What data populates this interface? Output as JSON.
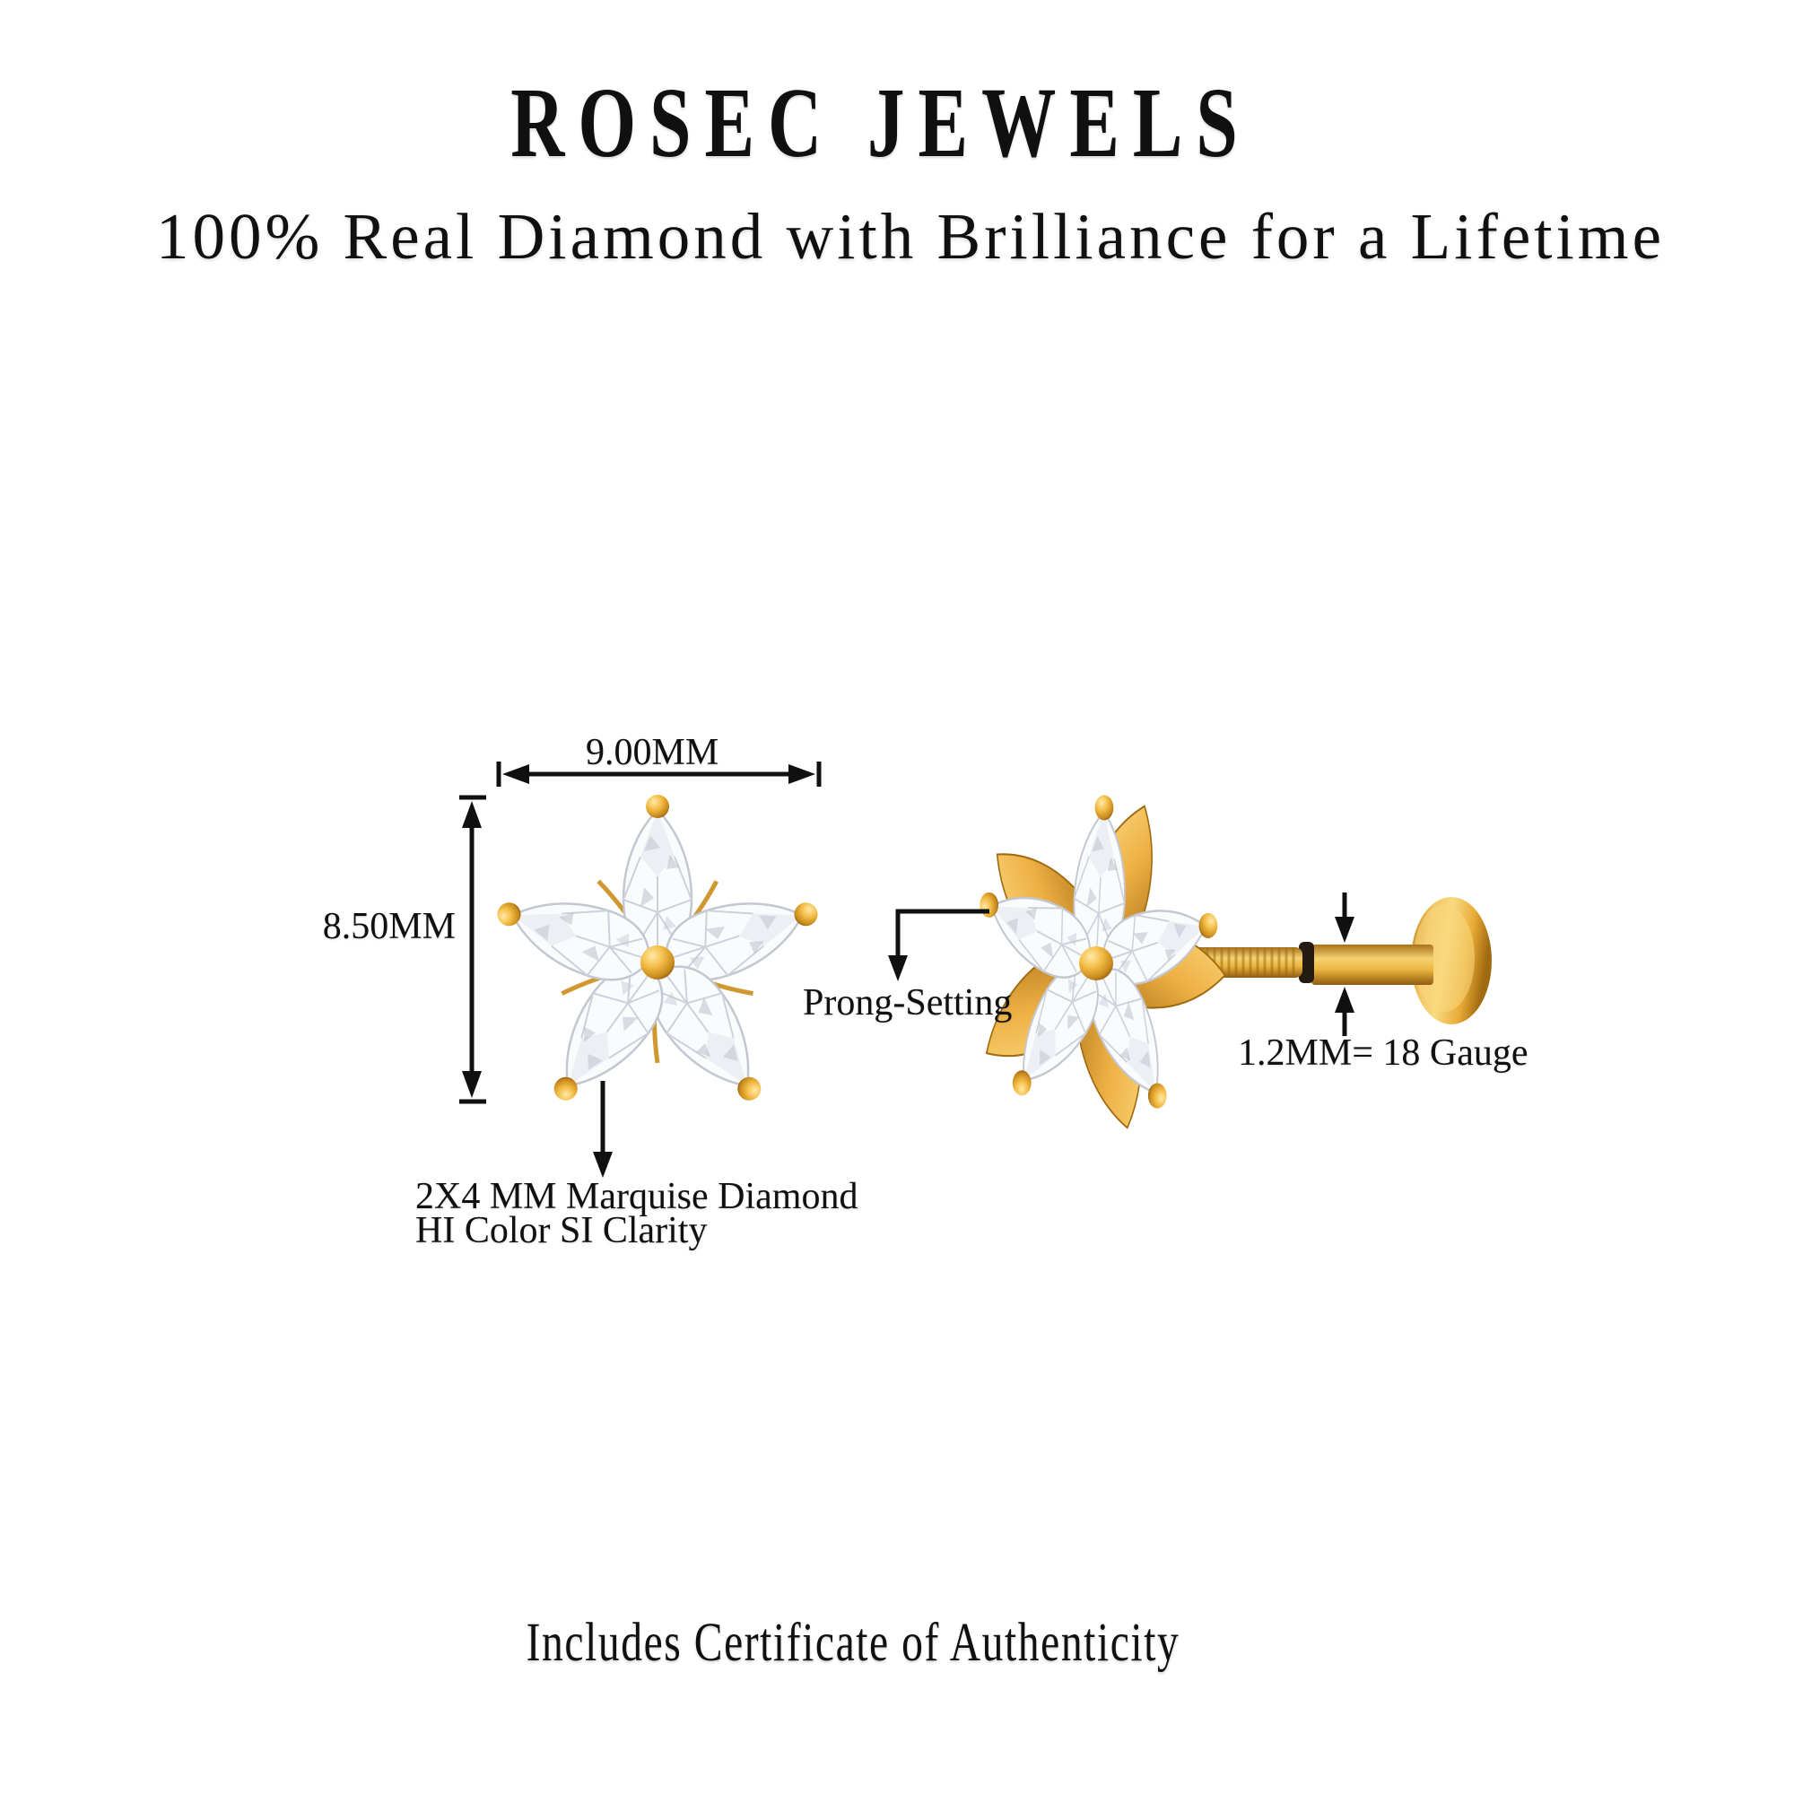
{
  "page": {
    "background": "#ffffff",
    "text_color": "#101010"
  },
  "header": {
    "brand": "ROSEC JEWELS",
    "tagline": "100% Real Diamond with Brilliance for a Lifetime"
  },
  "front_view": {
    "width_label": "9.00MM",
    "height_label": "8.50MM",
    "stone_note_line1": "2X4 MM Marquise Diamond",
    "stone_note_line2": "HI Color SI Clarity"
  },
  "side_view": {
    "setting_label": "Prong-Setting",
    "gauge_label": "1.2MM= 18 Gauge"
  },
  "footer": {
    "note": "Includes Certificate of Authenticity"
  },
  "palette": {
    "gold_light": "#f9d87c",
    "gold_mid": "#eeb045",
    "gold_deep": "#c0811c",
    "gold_shadow": "#8f5c10",
    "diamond_base": "#fafbfd",
    "diamond_facet": "#c9cdd7",
    "annotation_line": "#101010"
  }
}
